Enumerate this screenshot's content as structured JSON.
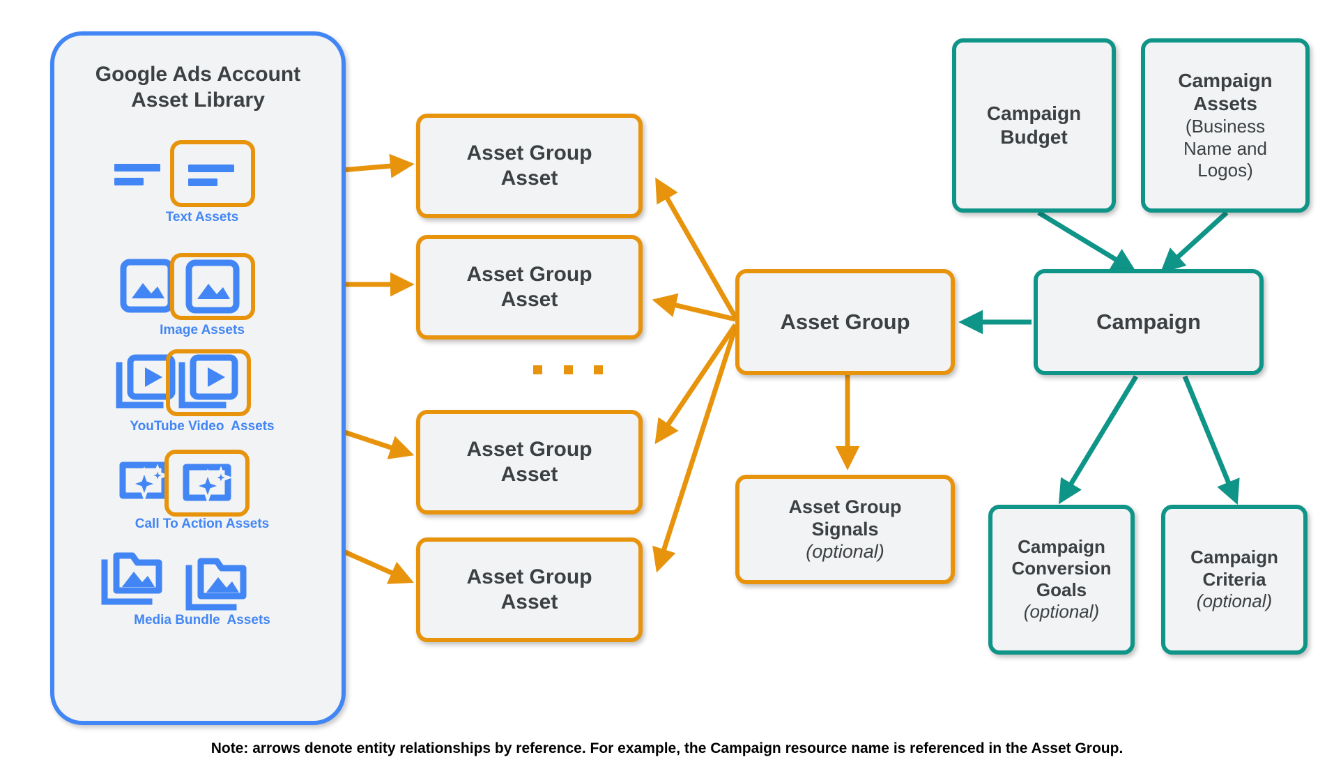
{
  "library": {
    "title": "Google Ads Account\nAsset Library",
    "accent_blue": "#4285f4",
    "accent_orange": "#e8930c",
    "assets": [
      {
        "caption": "Text Assets",
        "icon": "text-asset-icon",
        "highlighted": true
      },
      {
        "caption": "Image Assets",
        "icon": "image-asset-icon",
        "highlighted": true
      },
      {
        "caption": "YouTube Video  Assets",
        "icon": "video-asset-icon",
        "highlighted": true
      },
      {
        "caption": "Call To Action Assets",
        "icon": "call-to-action-icon",
        "highlighted": true
      },
      {
        "caption": "Media Bundle  Assets",
        "icon": "media-bundle-icon",
        "highlighted": false
      }
    ]
  },
  "asset_group_assets": [
    {
      "label": "Asset Group\nAsset"
    },
    {
      "label": "Asset Group\nAsset"
    },
    {
      "label": "Asset Group\nAsset"
    },
    {
      "label": "Asset Group\nAsset"
    }
  ],
  "ellipsis": "...",
  "asset_group": {
    "label": "Asset Group"
  },
  "asset_group_signals": {
    "label": "Asset Group\nSignals",
    "optional": "(optional)"
  },
  "campaign": {
    "label": "Campaign"
  },
  "campaign_budget": {
    "label": "Campaign\nBudget"
  },
  "campaign_assets": {
    "label": "Campaign\nAssets",
    "sub": "(Business\nName and\nLogos)"
  },
  "campaign_conversion_goals": {
    "label": "Campaign\nConversion\nGoals",
    "optional": "(optional)"
  },
  "campaign_criteria": {
    "label": "Campaign\nCriteria",
    "optional": "(optional)"
  },
  "footnote": "Note: arrows denote entity relationships by reference. For example, the Campaign resource name is referenced in the Asset Group.",
  "colors": {
    "orange": "#e8930c",
    "teal": "#0f9488",
    "blue": "#4285f4",
    "node_fill": "#f1f3f4",
    "text": "#3c4043"
  }
}
